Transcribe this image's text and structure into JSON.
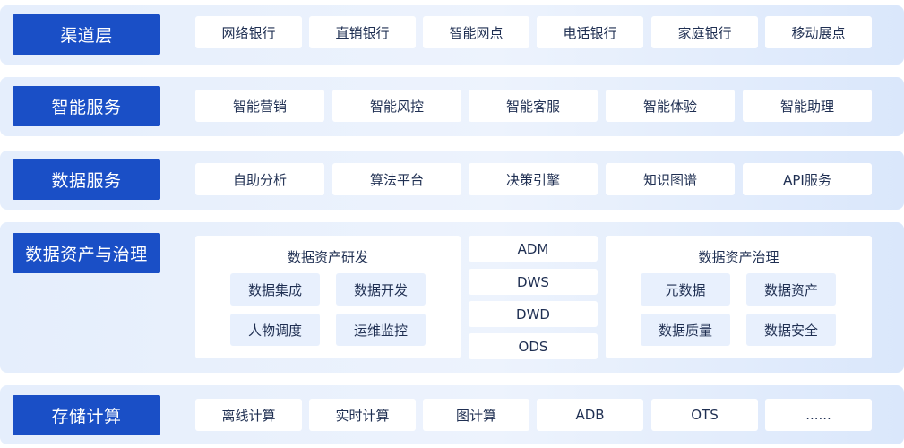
{
  "layers": {
    "channel": {
      "label": "渠道层",
      "items": [
        "网络银行",
        "直销银行",
        "智能网点",
        "电话银行",
        "家庭银行",
        "移动展点"
      ]
    },
    "intelligent": {
      "label": "智能服务",
      "items": [
        "智能营销",
        "智能风控",
        "智能客服",
        "智能体验",
        "智能助理"
      ]
    },
    "data_service": {
      "label": "数据服务",
      "items": [
        "自助分析",
        "算法平台",
        "决策引擎",
        "知识图谱",
        "API服务"
      ]
    },
    "governance": {
      "label": "数据资产与治理",
      "research": {
        "title": "数据资产研发",
        "items": [
          "数据集成",
          "数据开发",
          "人物调度",
          "运维监控"
        ]
      },
      "layers_stack": [
        "ADM",
        "DWS",
        "DWD",
        "ODS"
      ],
      "management": {
        "title": "数据资产治理",
        "items": [
          "元数据",
          "数据资产",
          "数据质量",
          "数据安全"
        ]
      }
    },
    "storage": {
      "label": "存储计算",
      "items": [
        "离线计算",
        "实时计算",
        "图计算",
        "ADB",
        "OTS",
        "......"
      ]
    }
  }
}
